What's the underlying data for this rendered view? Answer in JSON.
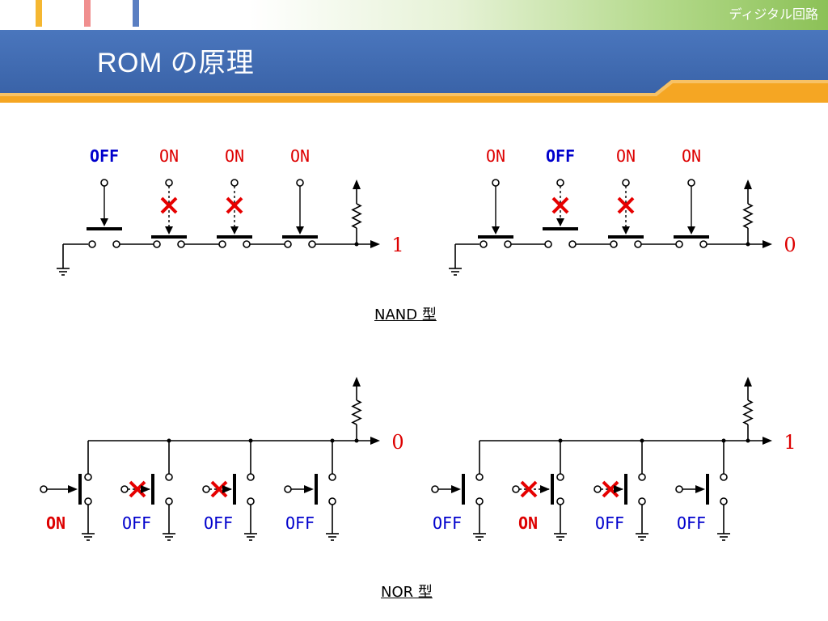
{
  "header": {
    "course_title": "ディジタル回路",
    "slide_title": "ROM の原理",
    "stripe_colors": [
      "#f5b731",
      "#f08f8f",
      "#5a7fc2"
    ]
  },
  "colors": {
    "on": "#dd0000",
    "off": "#0000cc",
    "cross": "#e60000",
    "title_bar": "#3f6cb4",
    "accent_bar": "#f5a623"
  },
  "diagrams": [
    {
      "id": "nand-1",
      "kind": "nand",
      "switches": [
        {
          "label": "OFF",
          "state": "off",
          "crossed": false
        },
        {
          "label": "ON",
          "state": "on",
          "crossed": true
        },
        {
          "label": "ON",
          "state": "on",
          "crossed": true
        },
        {
          "label": "ON",
          "state": "on",
          "crossed": false
        }
      ],
      "output": "1"
    },
    {
      "id": "nand-2",
      "kind": "nand",
      "switches": [
        {
          "label": "ON",
          "state": "on",
          "crossed": false
        },
        {
          "label": "OFF",
          "state": "off",
          "crossed": true
        },
        {
          "label": "ON",
          "state": "on",
          "crossed": true
        },
        {
          "label": "ON",
          "state": "on",
          "crossed": false
        }
      ],
      "output": "0"
    },
    {
      "id": "nor-1",
      "kind": "nor",
      "switches": [
        {
          "label": "ON",
          "state": "on",
          "crossed": false
        },
        {
          "label": "OFF",
          "state": "off",
          "crossed": true
        },
        {
          "label": "OFF",
          "state": "off",
          "crossed": true
        },
        {
          "label": "OFF",
          "state": "off",
          "crossed": false
        }
      ],
      "output": "0"
    },
    {
      "id": "nor-2",
      "kind": "nor",
      "switches": [
        {
          "label": "OFF",
          "state": "off",
          "crossed": false
        },
        {
          "label": "ON",
          "state": "on",
          "crossed": true
        },
        {
          "label": "OFF",
          "state": "off",
          "crossed": true
        },
        {
          "label": "OFF",
          "state": "off",
          "crossed": false
        }
      ],
      "output": "1"
    }
  ],
  "captions": {
    "nand": "NAND 型",
    "nor": "NOR 型"
  }
}
